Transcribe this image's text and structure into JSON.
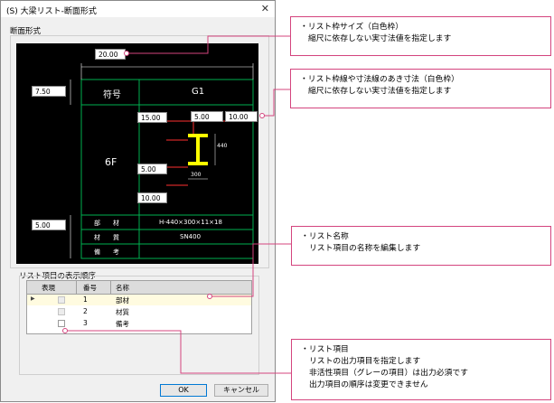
{
  "dialog": {
    "title": "(S) 大梁リスト-断面形式",
    "section_label": "断面形式",
    "order_label": "リスト項目の表示順序",
    "ok_label": "OK",
    "cancel_label": "キャンセル"
  },
  "figure": {
    "top_dim": "20.00",
    "left_top_dim": "7.50",
    "left_bottom_dim": "5.00",
    "inner_left_top": "15.00",
    "inner_mid_left": "5.00",
    "inner_mid_right": "10.00",
    "inner_left_mid": "5.00",
    "inner_left_bottom": "10.00",
    "header_label": "符号",
    "header_value": "G1",
    "floor_label": "6F",
    "dim_height": "440",
    "dim_width": "300",
    "rows": [
      {
        "label": "部　　材",
        "value": "H-440×300×11×18"
      },
      {
        "label": "材　　質",
        "value": "SN400"
      },
      {
        "label": "備　　考",
        "value": ""
      }
    ]
  },
  "grid": {
    "columns": [
      "表現",
      "番号",
      "名称"
    ],
    "rows": [
      {
        "no": "1",
        "name": "部材",
        "selected": true
      },
      {
        "no": "2",
        "name": "材質",
        "selected": false
      },
      {
        "no": "3",
        "name": "備考",
        "selected": false
      }
    ]
  },
  "notes": [
    {
      "lines": [
        "・リスト枠サイズ（白色枠）",
        "縮尺に依存しない実寸法値を指定します"
      ]
    },
    {
      "lines": [
        "・リスト枠線や寸法線のあき寸法（白色枠）",
        "縮尺に依存しない実寸法値を指定します"
      ]
    },
    {
      "lines": [
        "・リスト名称",
        "リスト項目の名称を編集します"
      ]
    },
    {
      "lines": [
        "・リスト項目",
        "リストの出力項目を指定します",
        "非活性項目（グレーの項目）は出力必須です",
        "出力項目の順序は変更できません"
      ]
    }
  ],
  "colors": {
    "accent": "#d4447e",
    "figure_line": "#00b050",
    "figure_dim": "#ff3030",
    "beam": "#ffff00"
  }
}
